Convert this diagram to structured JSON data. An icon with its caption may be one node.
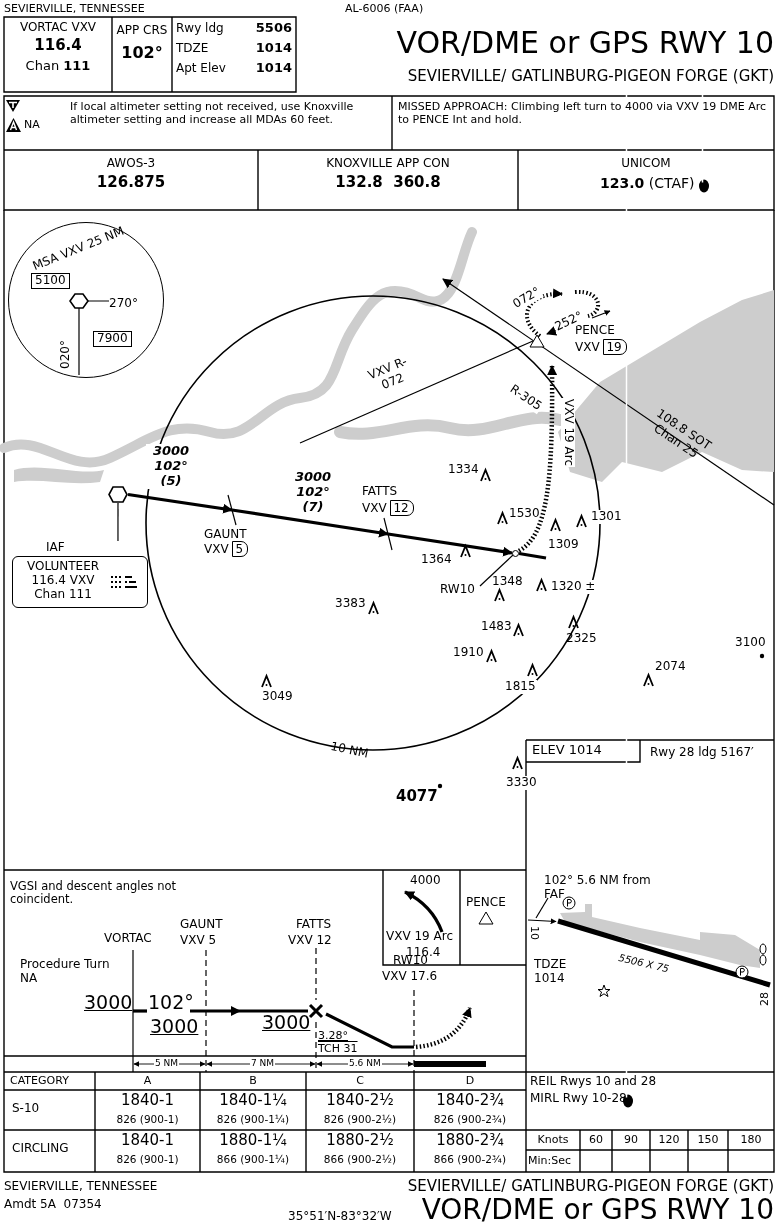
{
  "diagram": {
    "title": "VOR/DME or GPS RWY 10",
    "nodes": [
      {
        "text": [
          "MSA VXV 25 NM",
          "5100",
          "270°",
          "7900",
          "020°"
        ]
      },
      {
        "text": [
          "IAF",
          "VOLUNTEER 116.4 VXV Chan 111"
        ]
      },
      {
        "text": [],
        "shape": "hexagon"
      },
      {
        "text": [
          "GAUNT",
          "VXV 5"
        ]
      },
      {
        "text": [
          "FATTS",
          "VXV 12"
        ]
      },
      {
        "text": [
          "RW10"
        ]
      },
      {
        "text": [],
        "shape": "circle"
      },
      {
        "text": [
          "PENCE",
          "VXV 19"
        ]
      }
    ],
    "edges": [
      {
        "from": 1,
        "to": 2,
        "arrow": "none"
      },
      {
        "from": 2,
        "to": 3,
        "arrow": "to",
        "label": "3000 102° (5)"
      },
      {
        "from": 3,
        "to": 4,
        "arrow": "to",
        "label": "3000 102° (7)"
      },
      {
        "from": 4,
        "to": 6,
        "arrow": "to"
      },
      {
        "from": 5,
        "to": 6,
        "arrow": "none"
      },
      {
        "from": 6,
        "to": 7,
        "arrow": "to",
        "label": "VXV 19 Arc",
        "style": "dashed"
      }
    ],
    "labels": [
      "SEVIERVILLE, TENNESSEE",
      "AL-6006 (FAA)",
      "VORTAC VXV",
      "116.4",
      "Chan **111**",
      "APP CRS",
      "102°",
      "Rwy ldg",
      "5506",
      "TDZE",
      "1014",
      "Apt Elev",
      "1014",
      "SEVIERVILLE/ GATLINBURG-PIGEON FORGE (GKT)",
      "NA",
      "If local altimeter setting not received, use Knoxville altimeter setting and increase all MDAs 60 feet.",
      "MISSED APPROACH: Climbing left turn to 4000 via VXV 19 DME Arc to PENCE Int and hold.",
      "AWOS-3",
      "126.875",
      "KNOXVILLE APP CON",
      "132.8  360.8",
      "UNICOM",
      "**123.0** (CTAF)",
      "VXV R-072",
      "072°",
      "252°",
      "R-305",
      "108.8 SOT Chan 25",
      "1334",
      "1530",
      "1301",
      "1309",
      "1364",
      "1348",
      "1320 ±",
      "3383",
      "1483",
      "2325",
      "3100",
      "2074",
      "1910",
      "1815",
      "3049",
      "10 NM",
      "3330",
      "4077",
      "VGSI and descent angles not coincident.",
      "VORTAC",
      "GAUNT",
      "VXV 5",
      "FATTS",
      "VXV 12",
      "Procedure Turn NA",
      "4000",
      "VXV 19 Arc",
      "116.4",
      "PENCE",
      "3000",
      "102°",
      "3000",
      "3000",
      "RW10",
      "VXV 17.6",
      "3.28°",
      "TCH 31",
      "5 NM",
      "7 NM",
      "5.6 NM",
      "ELEV 1014",
      "Rwy 28 ldg 5167′",
      "102° 5.6 NM from FAF",
      "10",
      "5506 X 75",
      "28",
      "TDZE 1014",
      "REIL Rwys 10 and 28",
      "MIRL Rwy 10-28",
      "CATEGORY",
      "A",
      "B",
      "C",
      "D",
      "S-10",
      "1840-1",
      "826 (900-1)",
      "1840-1¼",
      "826 (900-1¼)",
      "1840-2½",
      "826 (900-2½)",
      "1840-2¾",
      "826 (900-2¾)",
      "CIRCLING",
      "1840-1",
      "826 (900-1)",
      "1880-1¼",
      "866 (900-1¼)",
      "1880-2½",
      "866 (900-2½)",
      "1880-2¾",
      "866 (900-2¾)",
      "Knots",
      "60",
      "90",
      "120",
      "150",
      "180",
      "Min:Sec",
      "SEVIERVILLE, TENNESSEE",
      "Amdt 5A  07354",
      "35°51′N-83°32′W",
      "SEVIERVILLE/ GATLINBURG-PIGEON FORGE (GKT)",
      "VOR/DME or GPS RWY 10"
    ]
  }
}
